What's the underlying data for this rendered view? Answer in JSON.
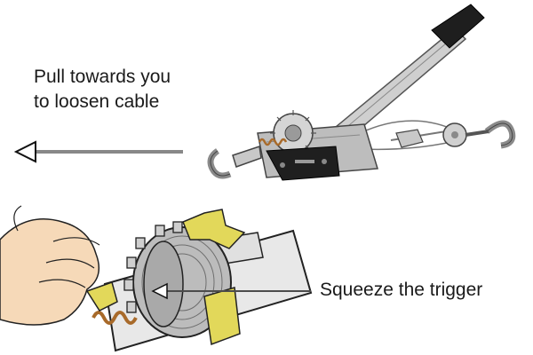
{
  "instructions": {
    "loosen_line1": "Pull towards you",
    "loosen_line2": "to loosen cable",
    "trigger": "Squeeze the trigger"
  },
  "colors": {
    "trigger_yellow": "#e2d85a",
    "spring_brown": "#a86a2a",
    "skin": "#f6d9b8",
    "handle_black": "#1e1e1e",
    "metal": "#c8c8c8"
  },
  "icons": {
    "direction_arrow": "arrow-left-icon",
    "tool": "cable-puller-winch-icon",
    "detail": "ratchet-trigger-illustration"
  }
}
